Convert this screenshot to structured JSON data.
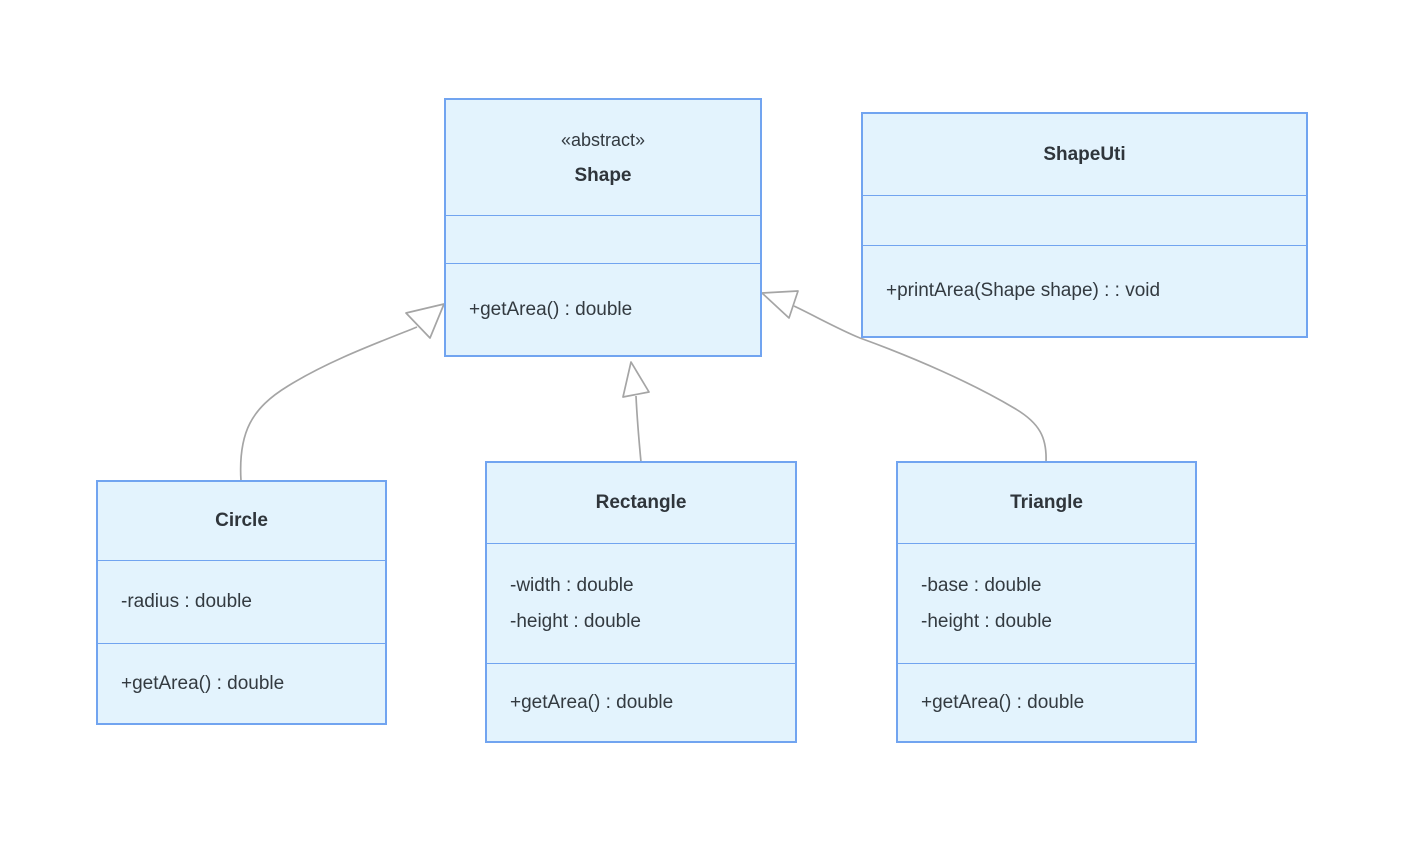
{
  "diagram": {
    "type": "uml-class-diagram",
    "background": "#ffffff",
    "colors": {
      "node_fill": "#e3f3fd",
      "node_border": "#71a4f0",
      "edge": "#a5a5a5",
      "text": "#333a40"
    },
    "classes": [
      {
        "name": "Shape",
        "stereotype": "«abstract»",
        "attributes": [],
        "methods": [
          "+getArea() : double"
        ]
      },
      {
        "name": "ShapeUti",
        "stereotype": "",
        "attributes": [],
        "methods": [
          "+printArea(Shape shape) : : void"
        ]
      },
      {
        "name": "Circle",
        "stereotype": "",
        "attributes": [
          "-radius : double"
        ],
        "methods": [
          "+getArea() : double"
        ]
      },
      {
        "name": "Rectangle",
        "stereotype": "",
        "attributes": [
          "-width : double",
          "-height : double"
        ],
        "methods": [
          "+getArea() : double"
        ]
      },
      {
        "name": "Triangle",
        "stereotype": "",
        "attributes": [
          "-base : double",
          "-height : double"
        ],
        "methods": [
          "+getArea() : double"
        ]
      }
    ],
    "relations": [
      {
        "from": "Circle",
        "to": "Shape",
        "type": "inheritance",
        "arrow": "hollow-triangle"
      },
      {
        "from": "Rectangle",
        "to": "Shape",
        "type": "inheritance",
        "arrow": "hollow-triangle"
      },
      {
        "from": "Triangle",
        "to": "Shape",
        "type": "inheritance",
        "arrow": "hollow-triangle"
      }
    ]
  }
}
